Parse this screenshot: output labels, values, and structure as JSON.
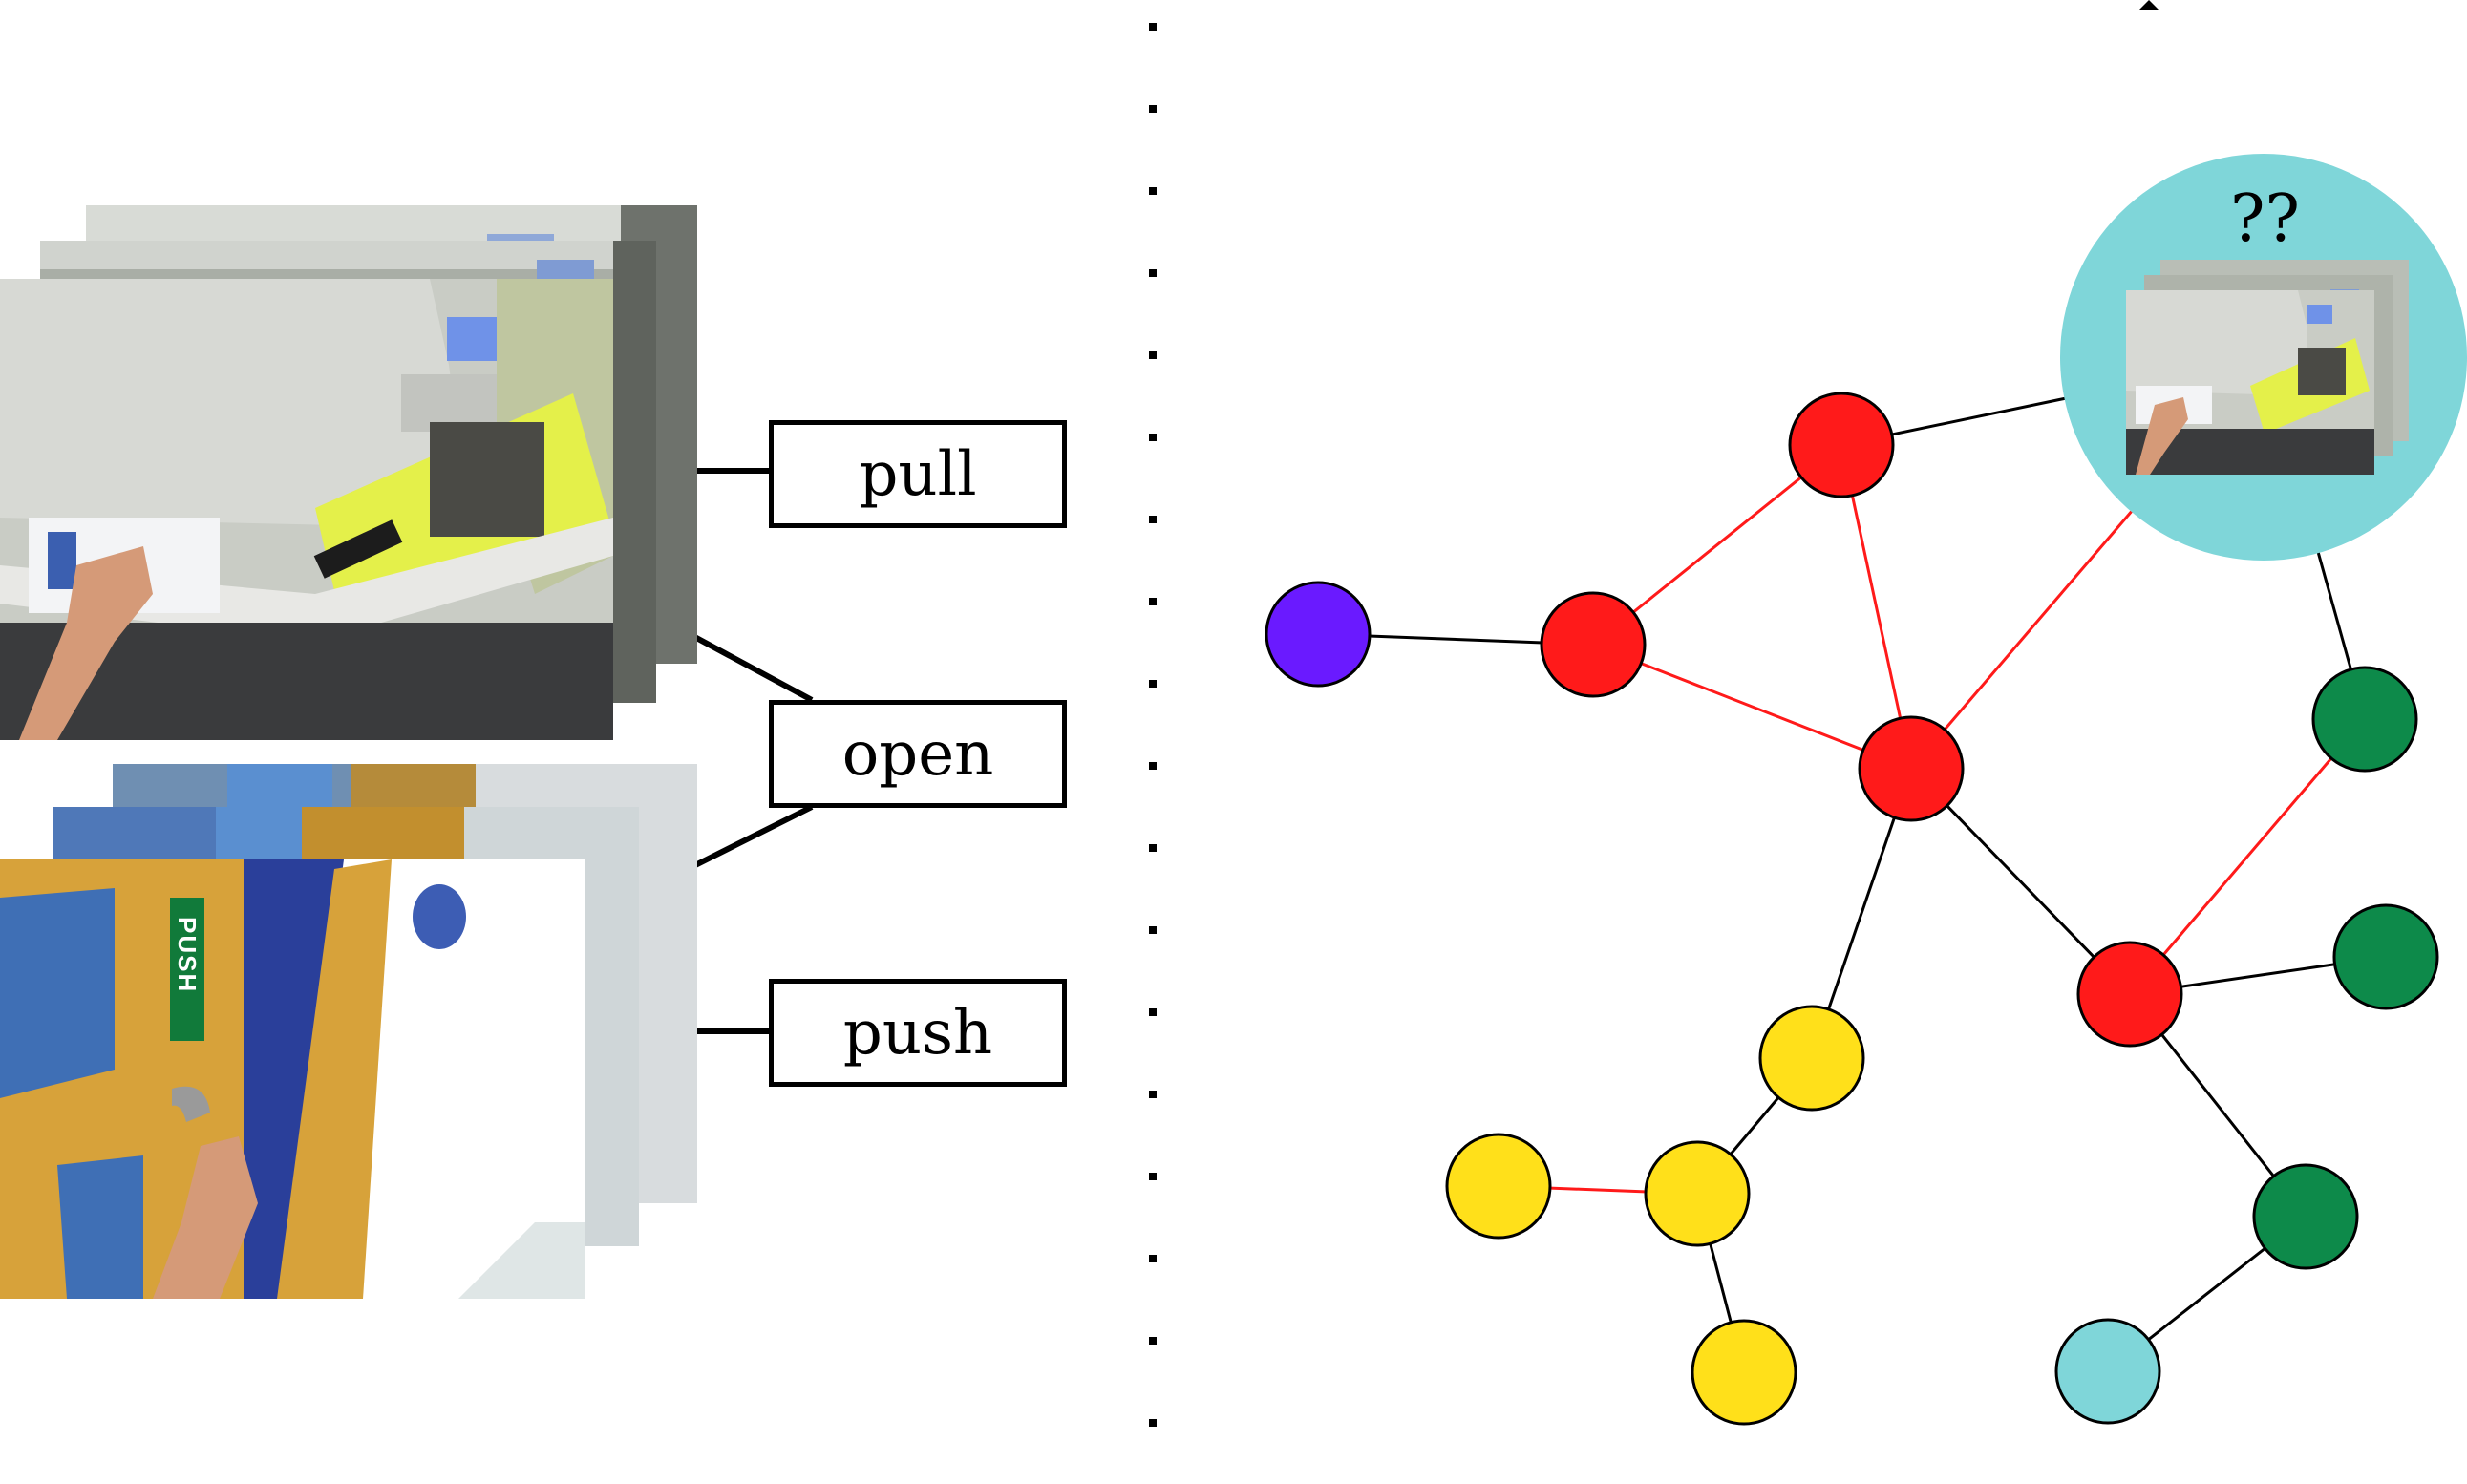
{
  "labels": {
    "pull": "pull",
    "open": "open",
    "push": "push"
  },
  "unknown_label": "??",
  "scene_text": {
    "door_sign": "PUSH"
  },
  "colors": {
    "red": "#ff1a1a",
    "purple": "#6a1aff",
    "green": "#0d8a4a",
    "yellow": "#ffe01a",
    "cyan": "#7fd6d9",
    "edge_black": "#000000",
    "edge_red": "#ff1a1a"
  },
  "graph": {
    "nodes": [
      {
        "id": "purple",
        "color": "purple"
      },
      {
        "id": "r1",
        "color": "red"
      },
      {
        "id": "r2",
        "color": "red"
      },
      {
        "id": "r3",
        "color": "red"
      },
      {
        "id": "r4",
        "color": "red"
      },
      {
        "id": "g1",
        "color": "green"
      },
      {
        "id": "g2",
        "color": "green"
      },
      {
        "id": "g3",
        "color": "green"
      },
      {
        "id": "y1",
        "color": "yellow"
      },
      {
        "id": "y2",
        "color": "yellow"
      },
      {
        "id": "y3",
        "color": "yellow"
      },
      {
        "id": "y4",
        "color": "yellow"
      },
      {
        "id": "c1",
        "color": "cyan"
      },
      {
        "id": "query",
        "color": "cyan"
      }
    ],
    "edges": [
      {
        "from": "purple",
        "to": "r1",
        "style": "black"
      },
      {
        "from": "r1",
        "to": "r2",
        "style": "red"
      },
      {
        "from": "r1",
        "to": "r3",
        "style": "red"
      },
      {
        "from": "r2",
        "to": "r3",
        "style": "red"
      },
      {
        "from": "r2",
        "to": "query",
        "style": "black"
      },
      {
        "from": "r3",
        "to": "query",
        "style": "red"
      },
      {
        "from": "r3",
        "to": "r4",
        "style": "black"
      },
      {
        "from": "r3",
        "to": "y1",
        "style": "black"
      },
      {
        "from": "r4",
        "to": "g1",
        "style": "red"
      },
      {
        "from": "r4",
        "to": "g2",
        "style": "black"
      },
      {
        "from": "r4",
        "to": "g3",
        "style": "black"
      },
      {
        "from": "query",
        "to": "g1",
        "style": "black"
      },
      {
        "from": "y1",
        "to": "y2",
        "style": "black"
      },
      {
        "from": "y2",
        "to": "y3",
        "style": "red"
      },
      {
        "from": "y2",
        "to": "y4",
        "style": "black"
      },
      {
        "from": "g3",
        "to": "c1",
        "style": "black"
      }
    ]
  }
}
